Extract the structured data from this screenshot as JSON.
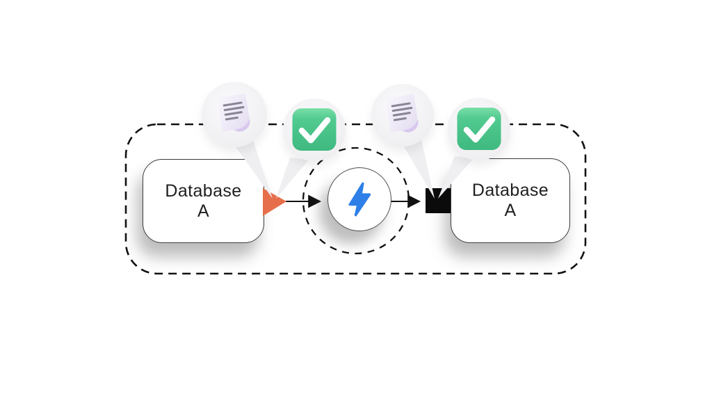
{
  "diagram": {
    "title": "database replication flow",
    "nodes": {
      "source": {
        "label": "Database A",
        "line1": "Database",
        "line2": "A"
      },
      "transform": {
        "icon": "lightning-icon"
      },
      "target": {
        "label": "Database A",
        "line1": "Database",
        "line2": "A"
      }
    },
    "callouts": {
      "left": [
        {
          "icon": "document-icon"
        },
        {
          "icon": "check-icon"
        }
      ],
      "right": [
        {
          "icon": "document-icon"
        },
        {
          "icon": "check-icon"
        }
      ]
    },
    "connectors": {
      "source_port_shape": "orange-triangle",
      "target_port_shape": "black-square",
      "style": "solid arrows through dashed process circle inside dashed boundary"
    },
    "colors": {
      "background": "#ffffff",
      "box_fill": "#ffffff",
      "box_border": "#3b3b3b",
      "dash": "#111111",
      "arrow": "#111111",
      "orange_triangle": "#e66e4a",
      "black_square": "#0b0b0b",
      "lightning_blue": "#2e7fe8",
      "check_green": "#49c289",
      "check_green_light": "#79dfa8",
      "doc_body": "#ece6f6",
      "doc_curl": "#d8c8ee",
      "doc_lines": "#8a8496",
      "bubble_fill": "#f1f0f2"
    }
  }
}
